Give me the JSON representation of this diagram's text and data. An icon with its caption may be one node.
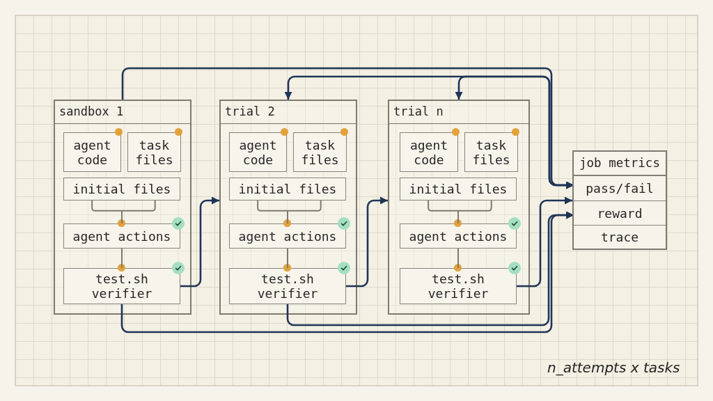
{
  "diagram": {
    "nodes": [
      {
        "text": [
          "sandbox 1"
        ]
      },
      {
        "text": [
          "agent code"
        ],
        "in": 0
      },
      {
        "text": [
          "task files"
        ],
        "in": 0
      },
      {
        "text": [
          "initial files"
        ],
        "in": 0
      },
      {
        "text": [
          "agent actions"
        ],
        "in": 0
      },
      {
        "text": [
          "test.sh verifier"
        ],
        "in": 0
      },
      {
        "text": [
          "trial 2"
        ]
      },
      {
        "text": [
          "agent code"
        ],
        "in": 6
      },
      {
        "text": [
          "task files"
        ],
        "in": 6
      },
      {
        "text": [
          "initial files"
        ],
        "in": 6
      },
      {
        "text": [
          "agent actions"
        ],
        "in": 6
      },
      {
        "text": [
          "test.sh verifier"
        ],
        "in": 6
      },
      {
        "text": [
          "trial n"
        ]
      },
      {
        "text": [
          "agent code"
        ],
        "in": 12
      },
      {
        "text": [
          "task files"
        ],
        "in": 12
      },
      {
        "text": [
          "initial files"
        ],
        "in": 12
      },
      {
        "text": [
          "agent actions"
        ],
        "in": 12
      },
      {
        "text": [
          "test.sh verifier"
        ],
        "in": 12
      },
      {
        "text": [
          "job metrics"
        ]
      },
      {
        "text": [
          "pass/fail"
        ],
        "in": 18
      },
      {
        "text": [
          "reward"
        ],
        "in": 18
      },
      {
        "text": [
          "trace"
        ],
        "in": 18
      }
    ],
    "edges": [
      {
        "from": 3,
        "to": 4,
        "arrow": "none",
        "color": "#7f7a70"
      },
      {
        "from": 4,
        "to": 5,
        "arrow": "none",
        "color": "#7f7a70"
      },
      {
        "from": 9,
        "to": 10,
        "arrow": "none",
        "color": "#7f7a70"
      },
      {
        "from": 10,
        "to": 11,
        "arrow": "none",
        "color": "#7f7a70"
      },
      {
        "from": 15,
        "to": 16,
        "arrow": "none",
        "color": "#7f7a70"
      },
      {
        "from": 16,
        "to": 17,
        "arrow": "none",
        "color": "#7f7a70"
      },
      {
        "from": 0,
        "to": 19,
        "arrow": "to"
      },
      {
        "from": 19,
        "to": 6,
        "arrow": "both"
      },
      {
        "from": 19,
        "to": 12,
        "arrow": "both"
      },
      {
        "from": 5,
        "to": 6,
        "arrow": "to"
      },
      {
        "from": 11,
        "to": 12,
        "arrow": "to"
      },
      {
        "from": 5,
        "to": 20,
        "arrow": "to"
      },
      {
        "from": 11,
        "to": 20,
        "arrow": "to"
      },
      {
        "from": 17,
        "to": 18,
        "arrow": "to"
      }
    ],
    "labels": [
      "n_attempts x tasks"
    ]
  }
}
